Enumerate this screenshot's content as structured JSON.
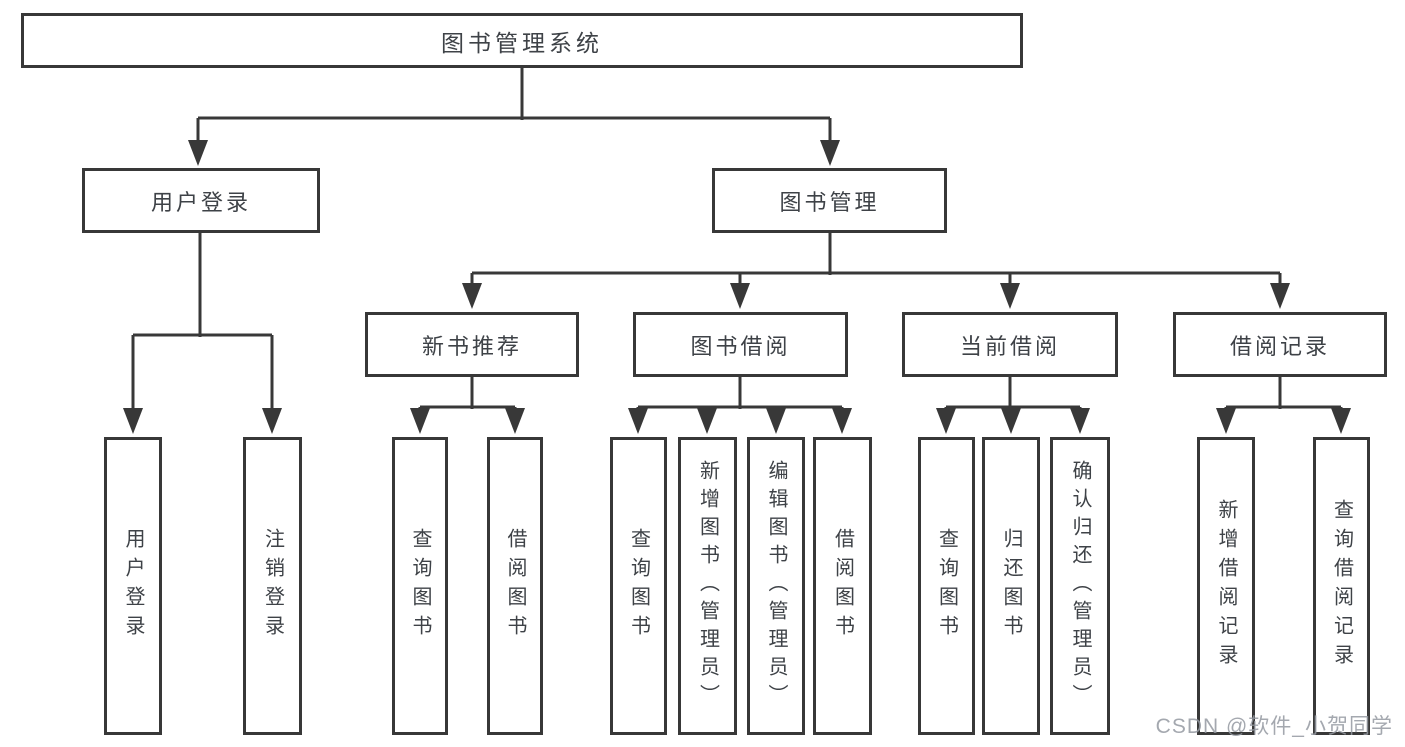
{
  "nodes": {
    "root": "图书管理系统",
    "l2_user_login": "用户登录",
    "l2_book_mgmt": "图书管理",
    "l3_new_book": "新书推荐",
    "l3_book_borrow": "图书借阅",
    "l3_current_borrow": "当前借阅",
    "l3_borrow_record": "借阅记录",
    "leaf_user_login": "用户登录",
    "leaf_logout": "注销登录",
    "leaf_nb_query_book": "查询图书",
    "leaf_nb_borrow_book": "借阅图书",
    "leaf_bb_query_book": "查询图书",
    "leaf_bb_add_book_admin": "新增图书（管理员）",
    "leaf_bb_edit_book_admin": "编辑图书（管理员）",
    "leaf_bb_borrow_book": "借阅图书",
    "leaf_cb_query_book": "查询图书",
    "leaf_cb_return_book": "归还图书",
    "leaf_cb_confirm_return_admin": "确认归还（管理员）",
    "leaf_br_add_record": "新增借阅记录",
    "leaf_br_query_record": "查询借阅记录"
  },
  "watermark": "CSDN @软件_小贺同学",
  "colors": {
    "line": "#383838",
    "box_border": "#383838",
    "text": "#3e4247",
    "watermark": "#9499a1"
  }
}
